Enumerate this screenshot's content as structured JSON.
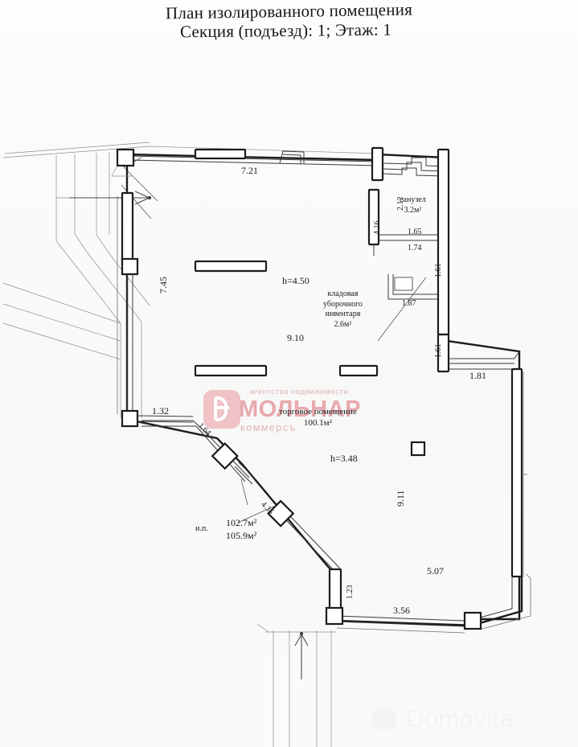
{
  "document": {
    "title_line1": "План изолированного помещения",
    "title_line2": "Секция (подъезд): 1; Этаж: 1"
  },
  "rooms": [
    {
      "id": "trading-hall",
      "name": "торговое помещение",
      "area": "100.1м²",
      "height_label": "h=3.48"
    },
    {
      "id": "bathroom",
      "name": "санузел",
      "area": "3.2м²"
    },
    {
      "id": "storage",
      "name_line1": "кладовая",
      "name_line2": "уборочного",
      "name_line3": "инвентаря",
      "area": "2.6м²"
    }
  ],
  "heights": {
    "upper": "h=4.50",
    "lower": "h=3.48"
  },
  "totals": {
    "label": "и.п.",
    "area_main": "102.7м²",
    "area_total": "105.9м²"
  },
  "dimensions": {
    "top_wall": "7.21",
    "left_wall": "7.45",
    "left_lower_step": "1.32",
    "diagonal_upper": "1.64",
    "diagonal_lower": "4.35",
    "bottom_left_step": "1.23",
    "bottom_wall": "3.56",
    "right_lower": "5.07",
    "right_wall": "9.11",
    "mid_horizontal": "9.10",
    "bath_width": "1.65",
    "bath_width_outer": "1.74",
    "bath_height": "4.16",
    "bath_inner": "2.12",
    "storage_width": "1.87",
    "right_seg_upper": "1.61",
    "right_seg_lower": "1.61",
    "right_step": "1.81"
  },
  "watermarks": {
    "agency": {
      "tagline": "агентство недвижимости",
      "name": "МОЛЬНАР",
      "subtitle": "коммерсъ"
    },
    "portal": {
      "name": "Domovita"
    }
  },
  "icons": {
    "entrance_top": "entrance-arrow-icon",
    "entrance_bottom": "entrance-arrow-icon"
  },
  "colors": {
    "ink": "#1b1b1e",
    "paper": "#fbfbfa",
    "watermark_pink": "#e8a8ad",
    "watermark_grey": "#f3f3f3"
  }
}
